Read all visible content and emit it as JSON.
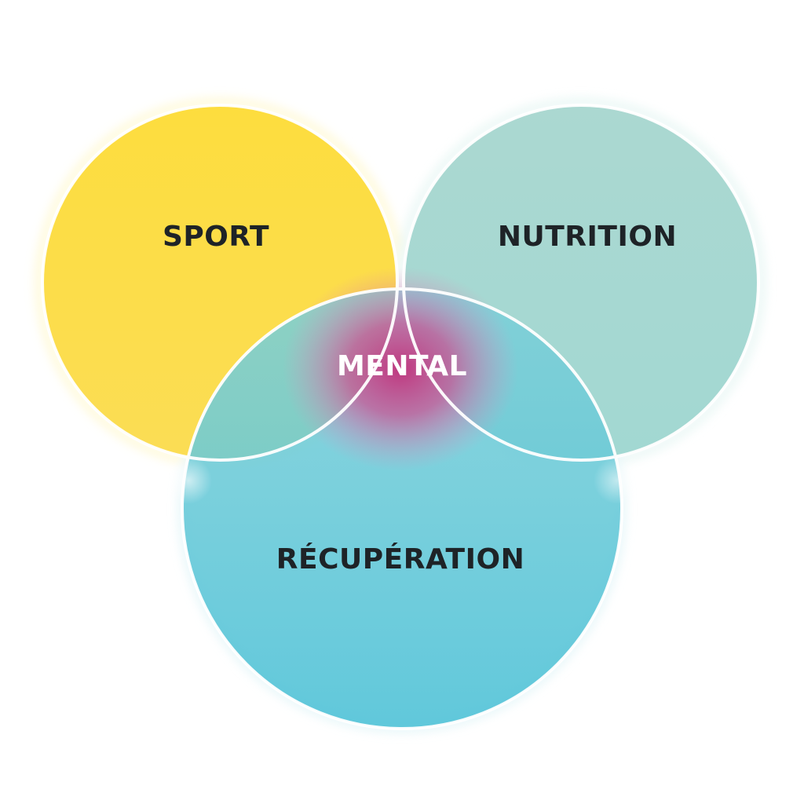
{
  "diagram": {
    "circles": [
      {
        "key": "sport",
        "label": "SPORT",
        "color": "#FCDC3A"
      },
      {
        "key": "nutrition",
        "label": "NUTRITION",
        "color": "#A6D8D0"
      },
      {
        "key": "recuperation",
        "label": "RÉCUPÉRATION",
        "color": "#4FC4D6"
      }
    ],
    "center": {
      "label": "MENTAL",
      "color": "#C2307A"
    },
    "outline_color": "#FFFFFF"
  }
}
